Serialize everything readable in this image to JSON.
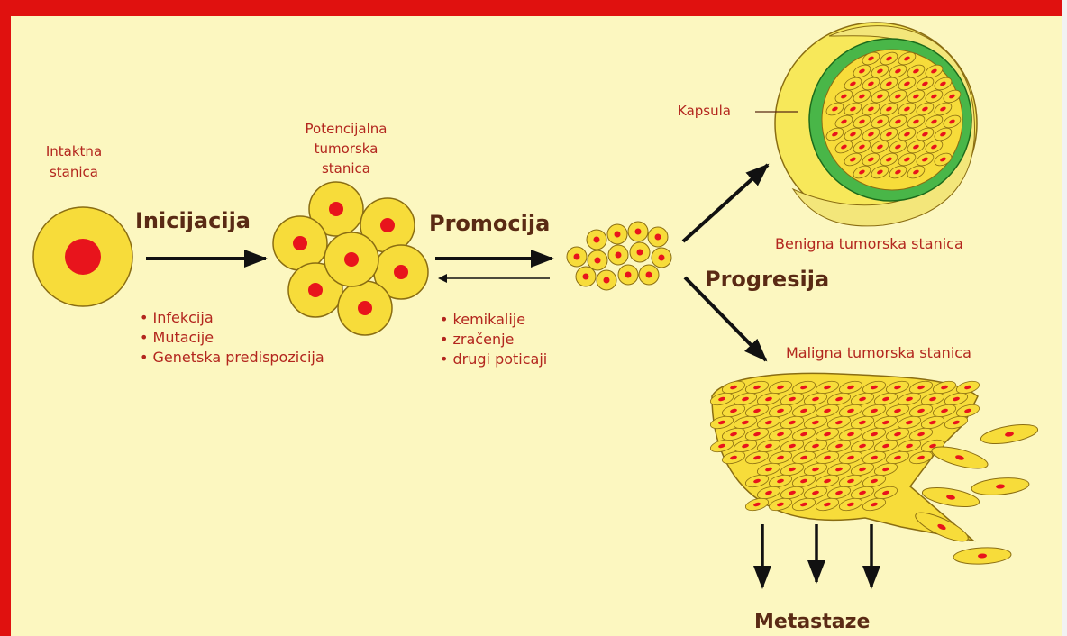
{
  "labels": {
    "intaktna_line1": "Intaktna",
    "intaktna_line2": "stanica",
    "potencijalna_line1": "Potencijalna",
    "potencijalna_line2": "tumorska",
    "potencijalna_line3": "stanica",
    "kapsula": "Kapsula",
    "benigna": "Benigna tumorska stanica",
    "maligna": "Maligna tumorska stanica",
    "metastaze": "Metastaze"
  },
  "steps": {
    "inicijacija": "Inicijacija",
    "promocija": "Promocija",
    "progresija": "Progresija"
  },
  "initiation_factors": [
    "• Infekcija",
    "• Mutacije",
    "• Genetska predispozicija"
  ],
  "promotion_factors": [
    "• kemikalije",
    "• zračenje",
    "• drugi poticaji"
  ],
  "colors": {
    "background": "#fcf7c0",
    "frame": "#e0110f",
    "cell_fill": "#f7dc3a",
    "nucleus": "#e8141c",
    "capsule": "#49b648",
    "arrow": "#111111",
    "label": "#b3261e",
    "step_label": "#5a2a14"
  }
}
